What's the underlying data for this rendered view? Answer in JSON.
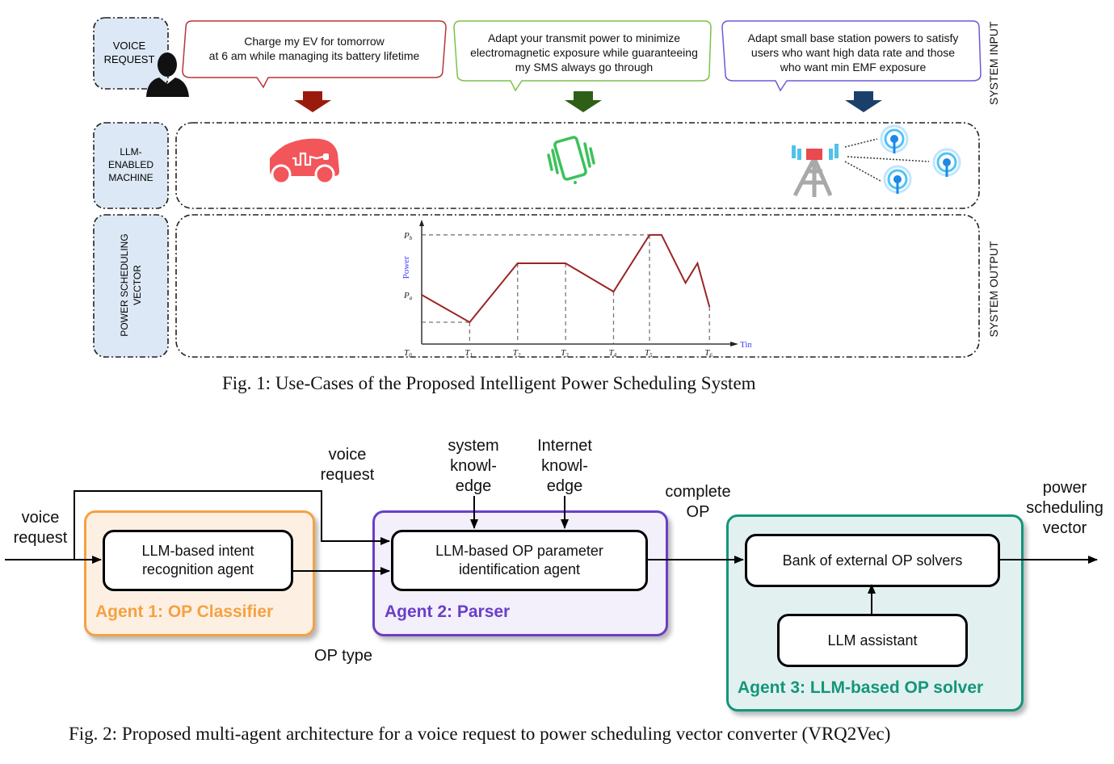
{
  "figure1": {
    "row_labels": {
      "voice_request": [
        "VOICE",
        "REQUEST"
      ],
      "llm_machine": [
        "LLM-",
        "ENABLED",
        "MACHINE"
      ],
      "power_vector": [
        "POWER SCHEDULING",
        "VECTOR"
      ]
    },
    "right_labels": {
      "input": "SYSTEM INPUT",
      "output": "SYSTEM OUTPUT"
    },
    "bubbles": [
      {
        "lines": [
          "Charge my EV for tomorrow",
          "at 6 am while managing its battery lifetime"
        ],
        "color": "#b8343a",
        "arrow_color": "#9b1a0e"
      },
      {
        "lines": [
          "Adapt your transmit power to minimize",
          "electromagnetic exposure while guaranteeing",
          "my SMS always go through"
        ],
        "color": "#7cc04a",
        "arrow_color": "#2e5f17"
      },
      {
        "lines": [
          "Adapt small base station powers to satisfy",
          "users who want high data rate  and those",
          "who want min EMF exposure"
        ],
        "color": "#6a5cd8",
        "arrow_color": "#1b3f6b"
      }
    ],
    "icons": {
      "user": "user-silhouette-icon",
      "ev": "electric-car-icon",
      "phone": "vibrating-phone-icon",
      "tower": "base-station-tower-icon",
      "antenna": "wireless-antenna-icon"
    },
    "colors": {
      "label_bg": "#dce8f5",
      "ev": "#f2555a",
      "phone": "#3cc15a",
      "tower_top": "#e84a4f",
      "antenna": "#1e88e5",
      "curve": "#9b2424",
      "axis_label": "#3b3bff"
    },
    "caption": "Fig. 1: Use-Cases of the Proposed Intelligent Power Scheduling System"
  },
  "chart_data": {
    "type": "line",
    "title": "",
    "xlabel": "Time",
    "ylabel": "Power",
    "x_ticks": [
      "T0",
      "T1",
      "T2",
      "T3",
      "T4",
      "T5",
      "T6"
    ],
    "y_ticks": [
      "Pa",
      "Pb"
    ],
    "x": [
      0,
      1,
      2,
      3,
      4,
      4.75,
      5,
      5.5,
      5.75,
      6
    ],
    "y": [
      0.45,
      0.2,
      0.74,
      0.74,
      0.48,
      1.0,
      1.0,
      0.56,
      0.74,
      0.34
    ],
    "y_levels": {
      "Pa": 0.45,
      "Pb": 1.0
    },
    "xlim": [
      0,
      6.4
    ],
    "ylim": [
      0,
      1.08
    ],
    "guides": {
      "horizontal": [
        0.2,
        1.0
      ],
      "vertical": [
        1,
        2,
        3,
        4,
        4.75,
        6
      ]
    },
    "series_color": "#9b2424"
  },
  "figure2": {
    "inputs": {
      "voice_request_left": [
        "voice",
        "request"
      ],
      "voice_request_top": [
        "voice",
        "request"
      ],
      "system_knowledge": [
        "system",
        "knowl-",
        "edge"
      ],
      "internet_knowledge": [
        "Internet",
        "knowl-",
        "edge"
      ],
      "complete_op": [
        "complete",
        "OP"
      ],
      "op_type": "OP type",
      "output": [
        "power",
        "scheduling",
        "vector"
      ]
    },
    "agents": [
      {
        "title": "Agent 1: OP Classifier",
        "inner": [
          "LLM-based intent",
          "recognition agent"
        ],
        "border": "#f5a142",
        "fill": "#fdf0e3",
        "title_color": "#f5a142"
      },
      {
        "title": "Agent 2: Parser",
        "inner": [
          "LLM-based OP parameter",
          "identification agent"
        ],
        "border": "#6a3fc7",
        "fill": "#f3effb",
        "title_color": "#6a3fc7"
      },
      {
        "title": "Agent 3: LLM-based OP solver",
        "inner": [
          "Bank of external OP solvers"
        ],
        "assistant": "LLM assistant",
        "border": "#14957a",
        "fill": "#e2f1f0",
        "title_color": "#14957a"
      }
    ],
    "caption": "Fig. 2: Proposed multi-agent architecture for a voice request to power scheduling vector converter (VRQ2Vec)"
  }
}
